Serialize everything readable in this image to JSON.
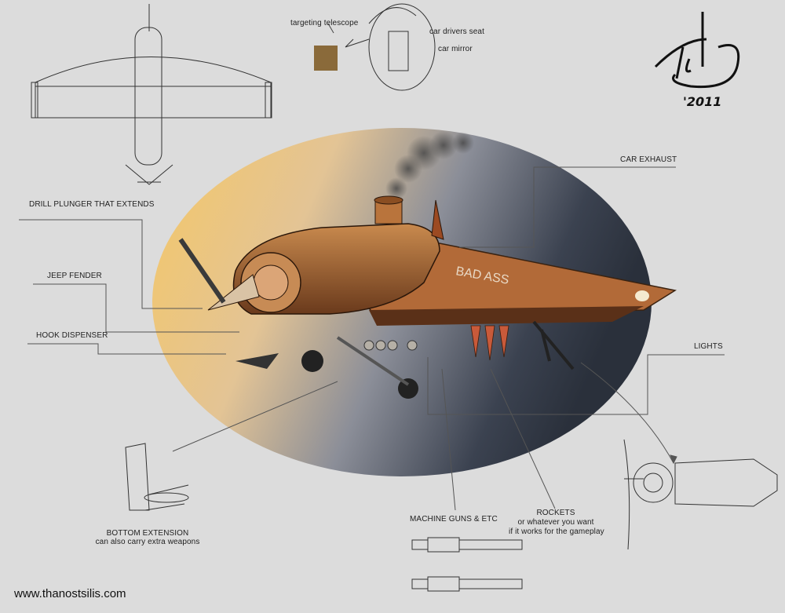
{
  "signature": {
    "name": "Tsilis",
    "year": "'2011"
  },
  "top_callouts": {
    "targeting_telescope": "targeting telescope",
    "car_drivers_seat": "car drivers seat",
    "car_mirror": "car mirror"
  },
  "left_callouts": [
    {
      "label": "DRILL PLUNGER THAT EXTENDS"
    },
    {
      "label": "JEEP FENDER"
    },
    {
      "label": "HOOK DISPENSER"
    }
  ],
  "right_callouts": [
    {
      "label": "CAR EXHAUST"
    },
    {
      "label": "LIGHTS"
    }
  ],
  "bottom_callouts": {
    "bottom_extension": {
      "title": "BOTTOM EXTENSION",
      "subtitle": "can also carry extra weapons"
    },
    "machine_guns": {
      "title": "MACHINE GUNS & ETC"
    },
    "rockets": {
      "title": "ROCKETS",
      "line2": "or whatever you want",
      "line3": "if it works for the gameplay"
    }
  },
  "artwork": {
    "vehicle_name_on_wing": "BAD ASS",
    "ellipse_gradient": [
      "#f2c46a",
      "#c9a27a",
      "#5a6272",
      "#2c3340"
    ]
  },
  "footer": {
    "website": "www.thanostsilis.com"
  }
}
